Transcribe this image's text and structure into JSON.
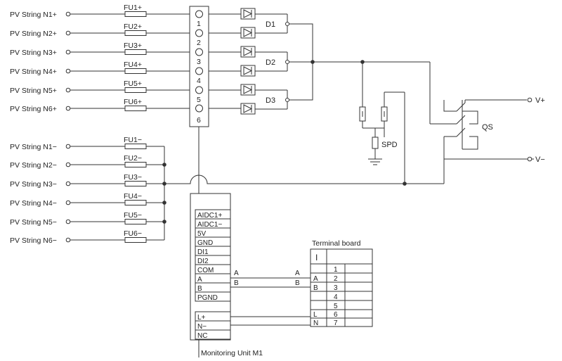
{
  "inputs_positive": [
    {
      "label": "PV String N1+",
      "fuse": "FU1+"
    },
    {
      "label": "PV String N2+",
      "fuse": "FU2+"
    },
    {
      "label": "PV String N3+",
      "fuse": "FU3+"
    },
    {
      "label": "PV String N4+",
      "fuse": "FU4+"
    },
    {
      "label": "PV String N5+",
      "fuse": "FU5+"
    },
    {
      "label": "PV String N6+",
      "fuse": "FU6+"
    }
  ],
  "inputs_negative": [
    {
      "label": "PV String N1−",
      "fuse": "FU1−"
    },
    {
      "label": "PV String N2−",
      "fuse": "FU2−"
    },
    {
      "label": "PV String N3−",
      "fuse": "FU3−"
    },
    {
      "label": "PV String N4−",
      "fuse": "FU4−"
    },
    {
      "label": "PV String N5−",
      "fuse": "FU5−"
    },
    {
      "label": "PV String N6−",
      "fuse": "FU6−"
    }
  ],
  "terminal_strip": [
    "1",
    "2",
    "3",
    "4",
    "5",
    "6"
  ],
  "diodes": [
    "D1",
    "D2",
    "D3"
  ],
  "spd": "SPD",
  "switch": "QS",
  "outputs": {
    "positive": "V+",
    "negative": "V−"
  },
  "monitoring_unit": {
    "name": "Monitoring Unit M1",
    "pins": [
      "AIDC1+",
      "AIDC1−",
      "5V",
      "GND",
      "DI1",
      "DI2",
      "COM",
      "A",
      "B",
      "PGND"
    ],
    "power_pins": [
      "L+",
      "N−",
      "NC"
    ]
  },
  "wire_labels": {
    "a_left": "A",
    "b_left": "B",
    "a_right": "A",
    "b_right": "B"
  },
  "terminal_board": {
    "title": "Terminal board",
    "header_symbol": "I",
    "rows": [
      {
        "num": "1",
        "label": ""
      },
      {
        "num": "2",
        "label": "A"
      },
      {
        "num": "3",
        "label": "B"
      },
      {
        "num": "4",
        "label": ""
      },
      {
        "num": "5",
        "label": ""
      },
      {
        "num": "6",
        "label": "L"
      },
      {
        "num": "7",
        "label": "N"
      }
    ]
  }
}
